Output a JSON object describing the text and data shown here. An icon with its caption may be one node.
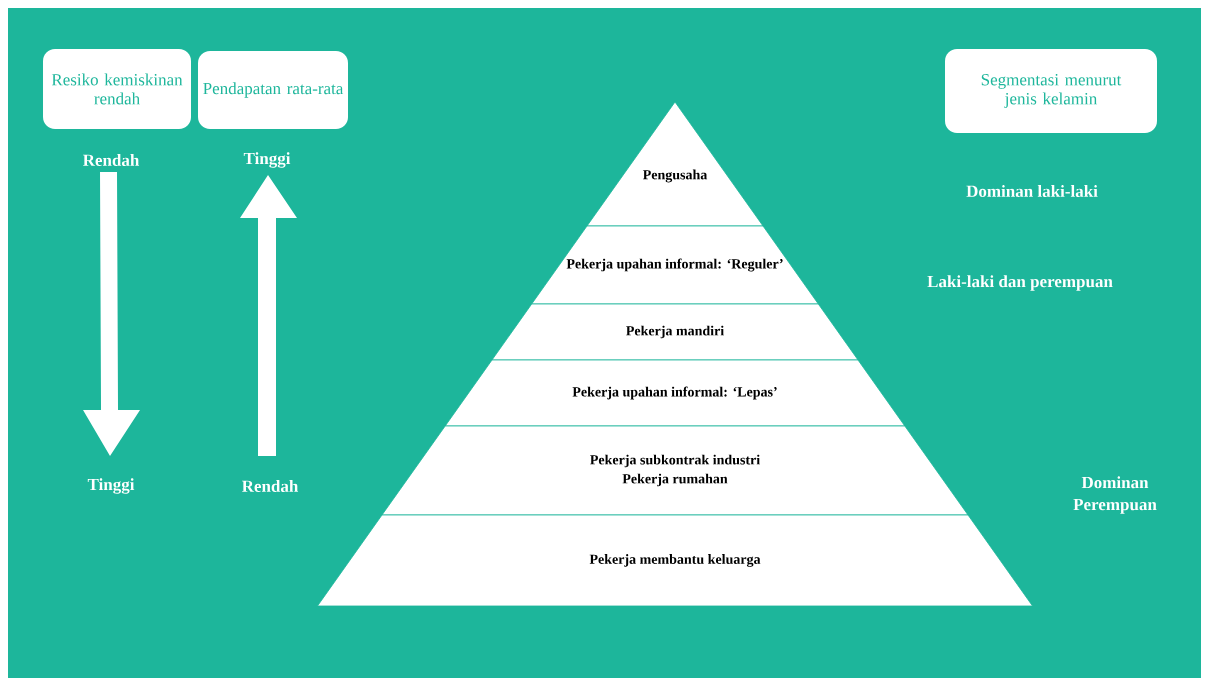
{
  "diagram": {
    "nodes": [
      {
        "text": [
          "Resiko kemiskinan rendah"
        ]
      },
      {
        "text": [
          "Pendapatan rata-rata"
        ]
      },
      {
        "text": [
          "Segmentasi menurut jenis kelamin"
        ]
      },
      {
        "text": [
          "Pengusaha"
        ]
      },
      {
        "text": [
          "Pekerja upahan informal: ‘Reguler’"
        ]
      },
      {
        "text": [
          "Pekerja mandiri"
        ]
      },
      {
        "text": [
          "Pekerja upahan informal: ‘Lepas’"
        ]
      },
      {
        "text": [
          "Pekerja subkontrak industri",
          "Pekerja rumahan"
        ]
      },
      {
        "text": [
          "Pekerja membantu keluarga"
        ]
      }
    ],
    "labels": [
      "Rendah",
      "Tinggi",
      "Dominan laki-laki",
      "Laki-laki dan perempuan",
      "Tinggi",
      "Rendah",
      "Dominan Perempuan"
    ]
  }
}
